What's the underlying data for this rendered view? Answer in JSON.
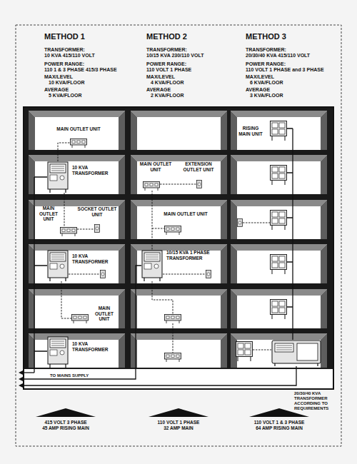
{
  "diagram": {
    "labels": [
      "METHOD 1",
      "TRANSFORMER:",
      "10 KVA 415/110 VOLT",
      "POWER RANGE:",
      "110 1 & 3 PHASE 415/3 PHASE",
      "MAX/LEVEL",
      "10 KVA/FLOOR",
      "AVERAGE",
      "5 KVA/FLOOR",
      "METHOD 2",
      "TRANSFORMER:",
      "10/15 KVA 230/110 VOLT",
      "POWER RANGE:",
      "110 VOLT 1 PHASE",
      "MAX/LEVEL",
      "4 KVA/FLOOR",
      "AVERAGE",
      "2 KVA/FLOOR",
      "METHOD 3",
      "TRANSFORMER:",
      "20/30/40 KVA 415/110 VOLT",
      "POWER RANGE:",
      "110 VOLT 1 PHASE and 3 PHASE",
      "MAX/LEVEL",
      "6 KVA/FLOOR",
      "AVERAGE",
      "3 KVA/FLOOR",
      "MAIN OUTLET UNIT",
      "RISING MAIN UNIT",
      "10 KVA TRANSFORMER",
      "MAIN OUTLET UNIT",
      "EXTENSION OUTLET UNIT",
      "MAIN OUTLET UNIT",
      "SOCKET OUTLET UNIT",
      "MAIN OUTLET UNIT",
      "10 KVA TRANSFORMER",
      "10/15 KVA 1 PHASE TRANSFORMER",
      "MAIN OUTLET UNIT",
      "10 KVA TRANSFORMER",
      "TO MAINS SUPPLY",
      "20/30/40 KVA TRANSFORMER ACCORDING TO REQUIREMENTS",
      "415 VOLT 3 PHASE 45 AMP RISING MAIN",
      "110 VOLT 1 PHASE 32 AMP MAIN",
      "110 VOLT 1 & 3 PHASE 64 AMP RISING MAIN"
    ]
  }
}
